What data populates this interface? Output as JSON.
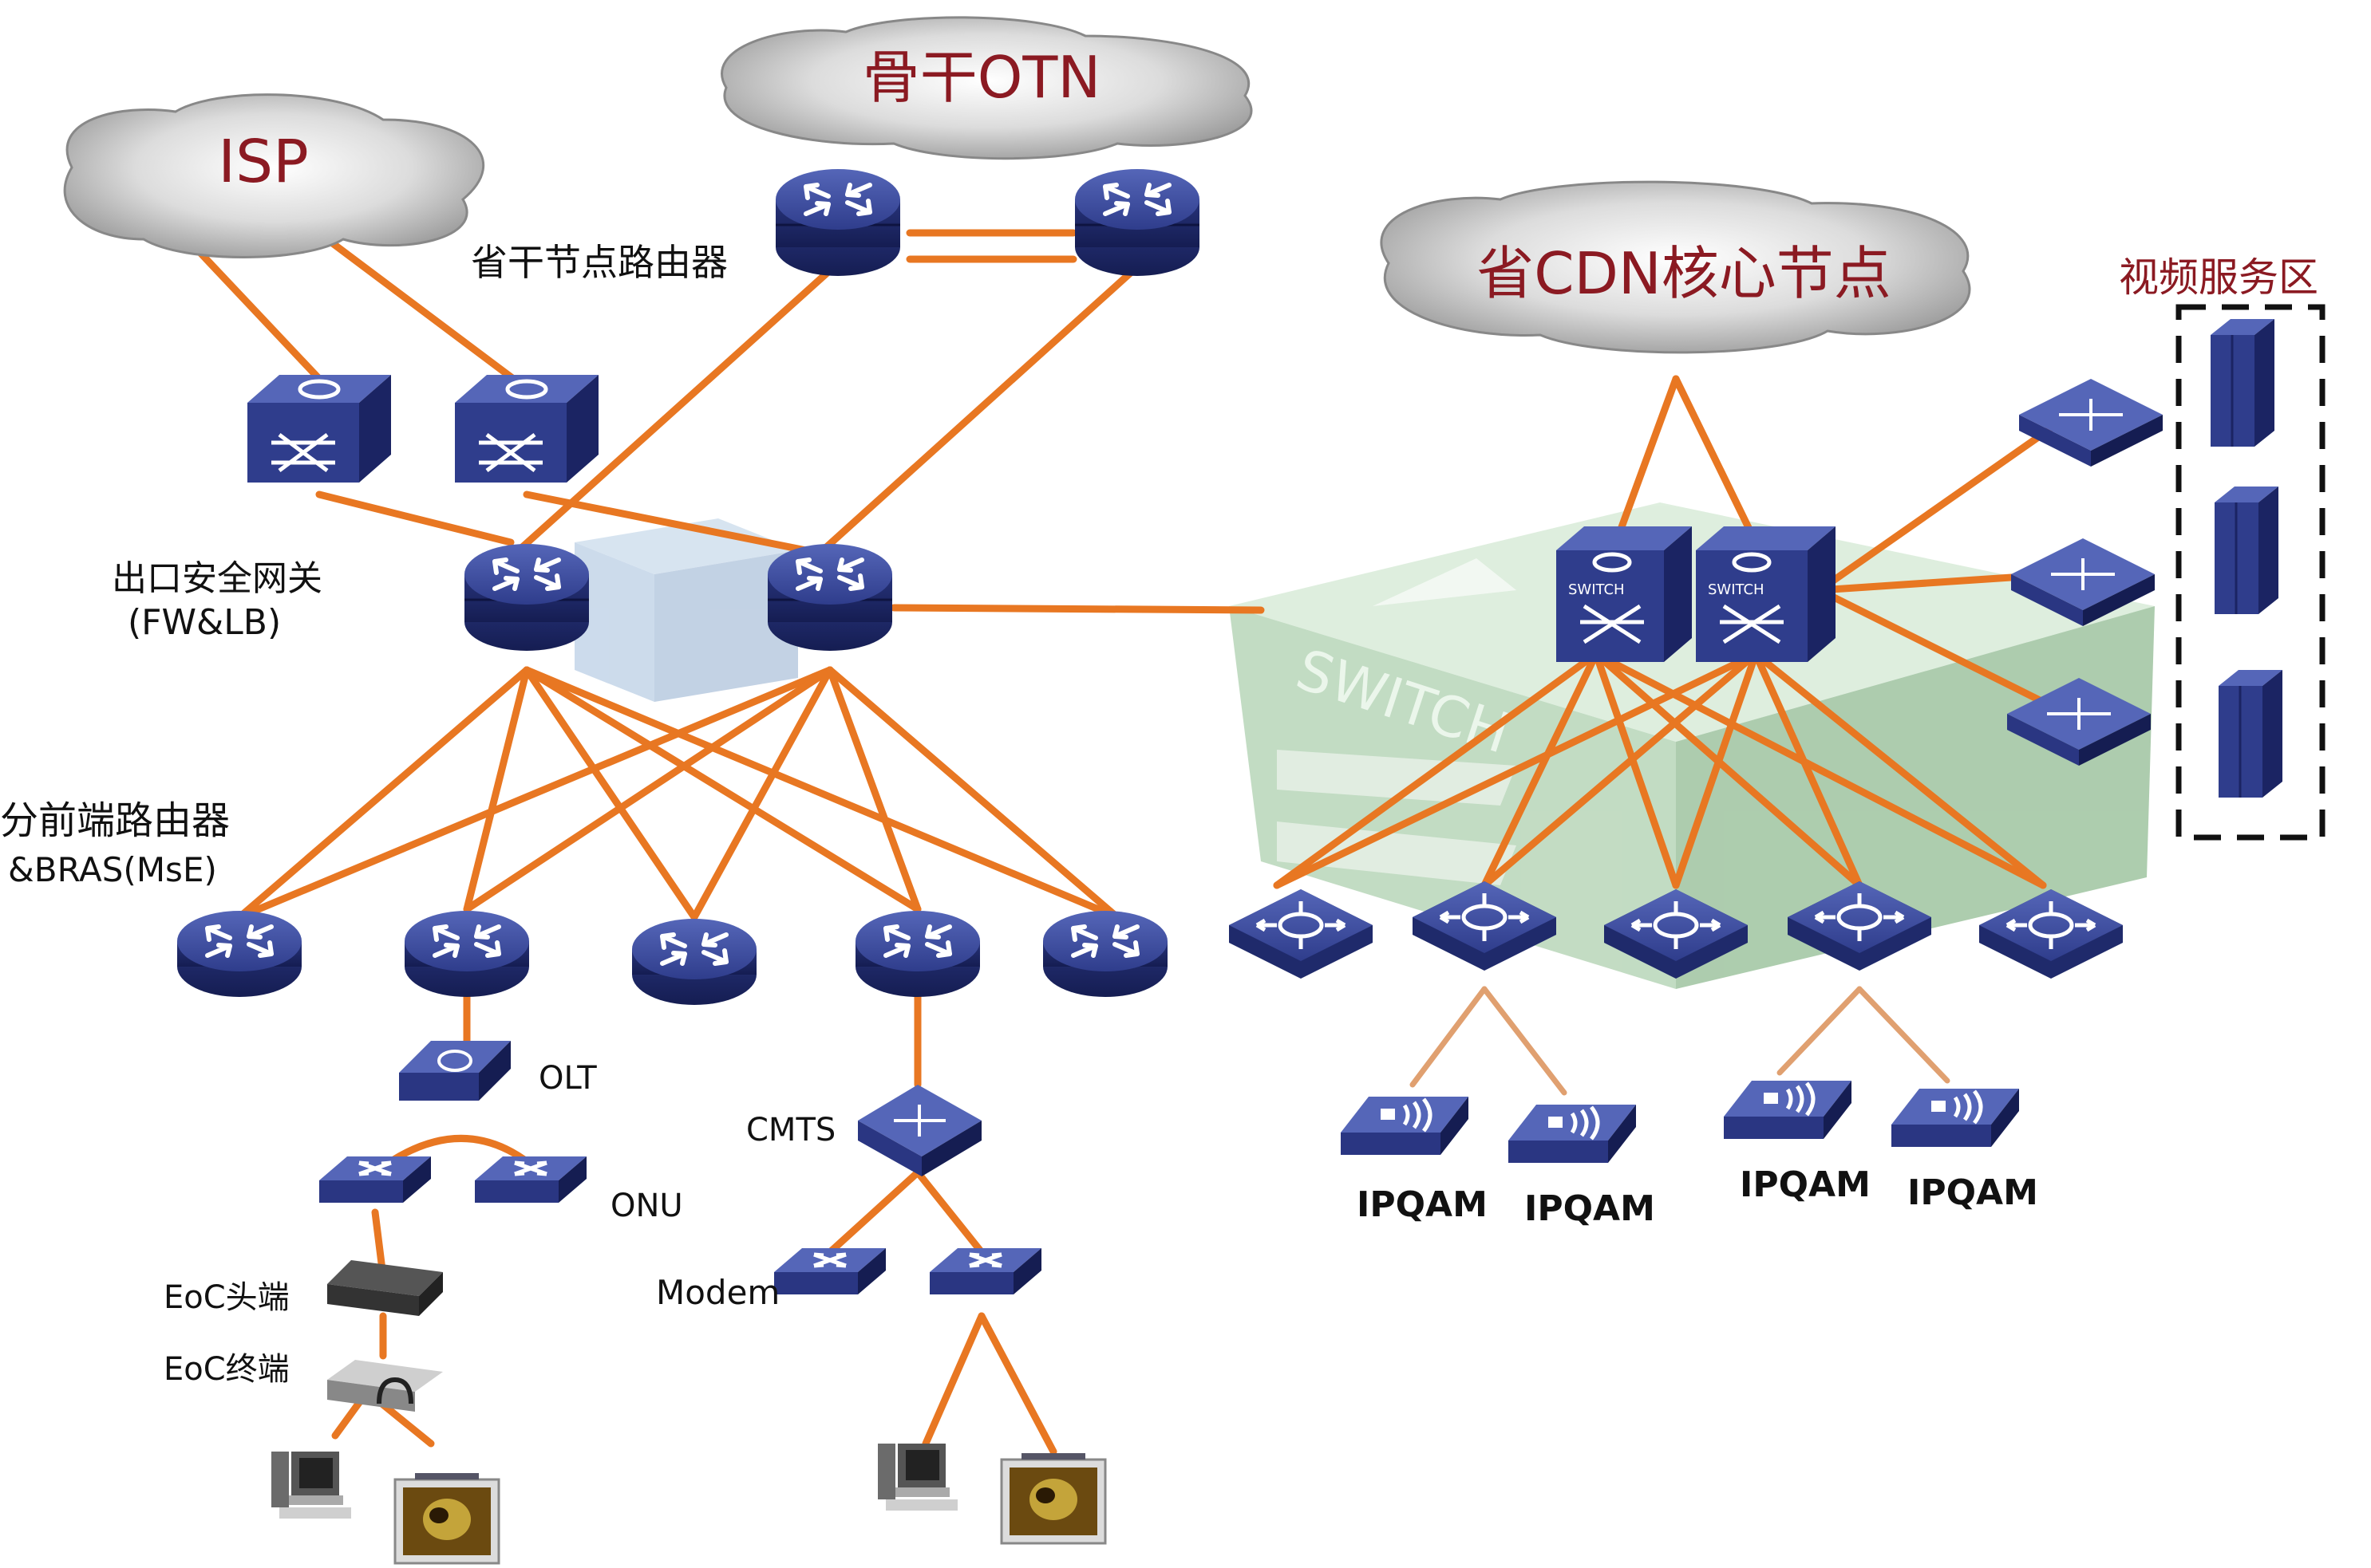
{
  "clouds": {
    "isp": "ISP",
    "otn": "骨干OTN",
    "cdn": "省CDN核心节点"
  },
  "labels": {
    "backbone_router": "省干节点路由器",
    "egress_gateway_line1": "出口安全网关",
    "egress_gateway_line2": "(FW&LB)",
    "edge_router_line1": "分前端路由器",
    "edge_router_line2": "&BRAS(MsE)",
    "olt": "OLT",
    "onu": "ONU",
    "eoc_head": "EoC头端",
    "eoc_terminal": "EoC终端",
    "cmts": "CMTS",
    "modem": "Modem",
    "video_zone": "视频服务区",
    "ipqam_1": "IPQAM",
    "ipqam_2": "IPQAM",
    "ipqam_3": "IPQAM",
    "ipqam_4": "IPQAM",
    "switch_big": "SWITCH",
    "switch_small_1": "SWITCH",
    "switch_small_2": "SWITCH"
  },
  "colors": {
    "link": "#e87722",
    "device_top": "#3d4c9e",
    "device_side": "#1f2a6b",
    "cloud": "#d4d4d4",
    "label_red": "#8b1a22",
    "green_switch": "#bcd9bf"
  }
}
